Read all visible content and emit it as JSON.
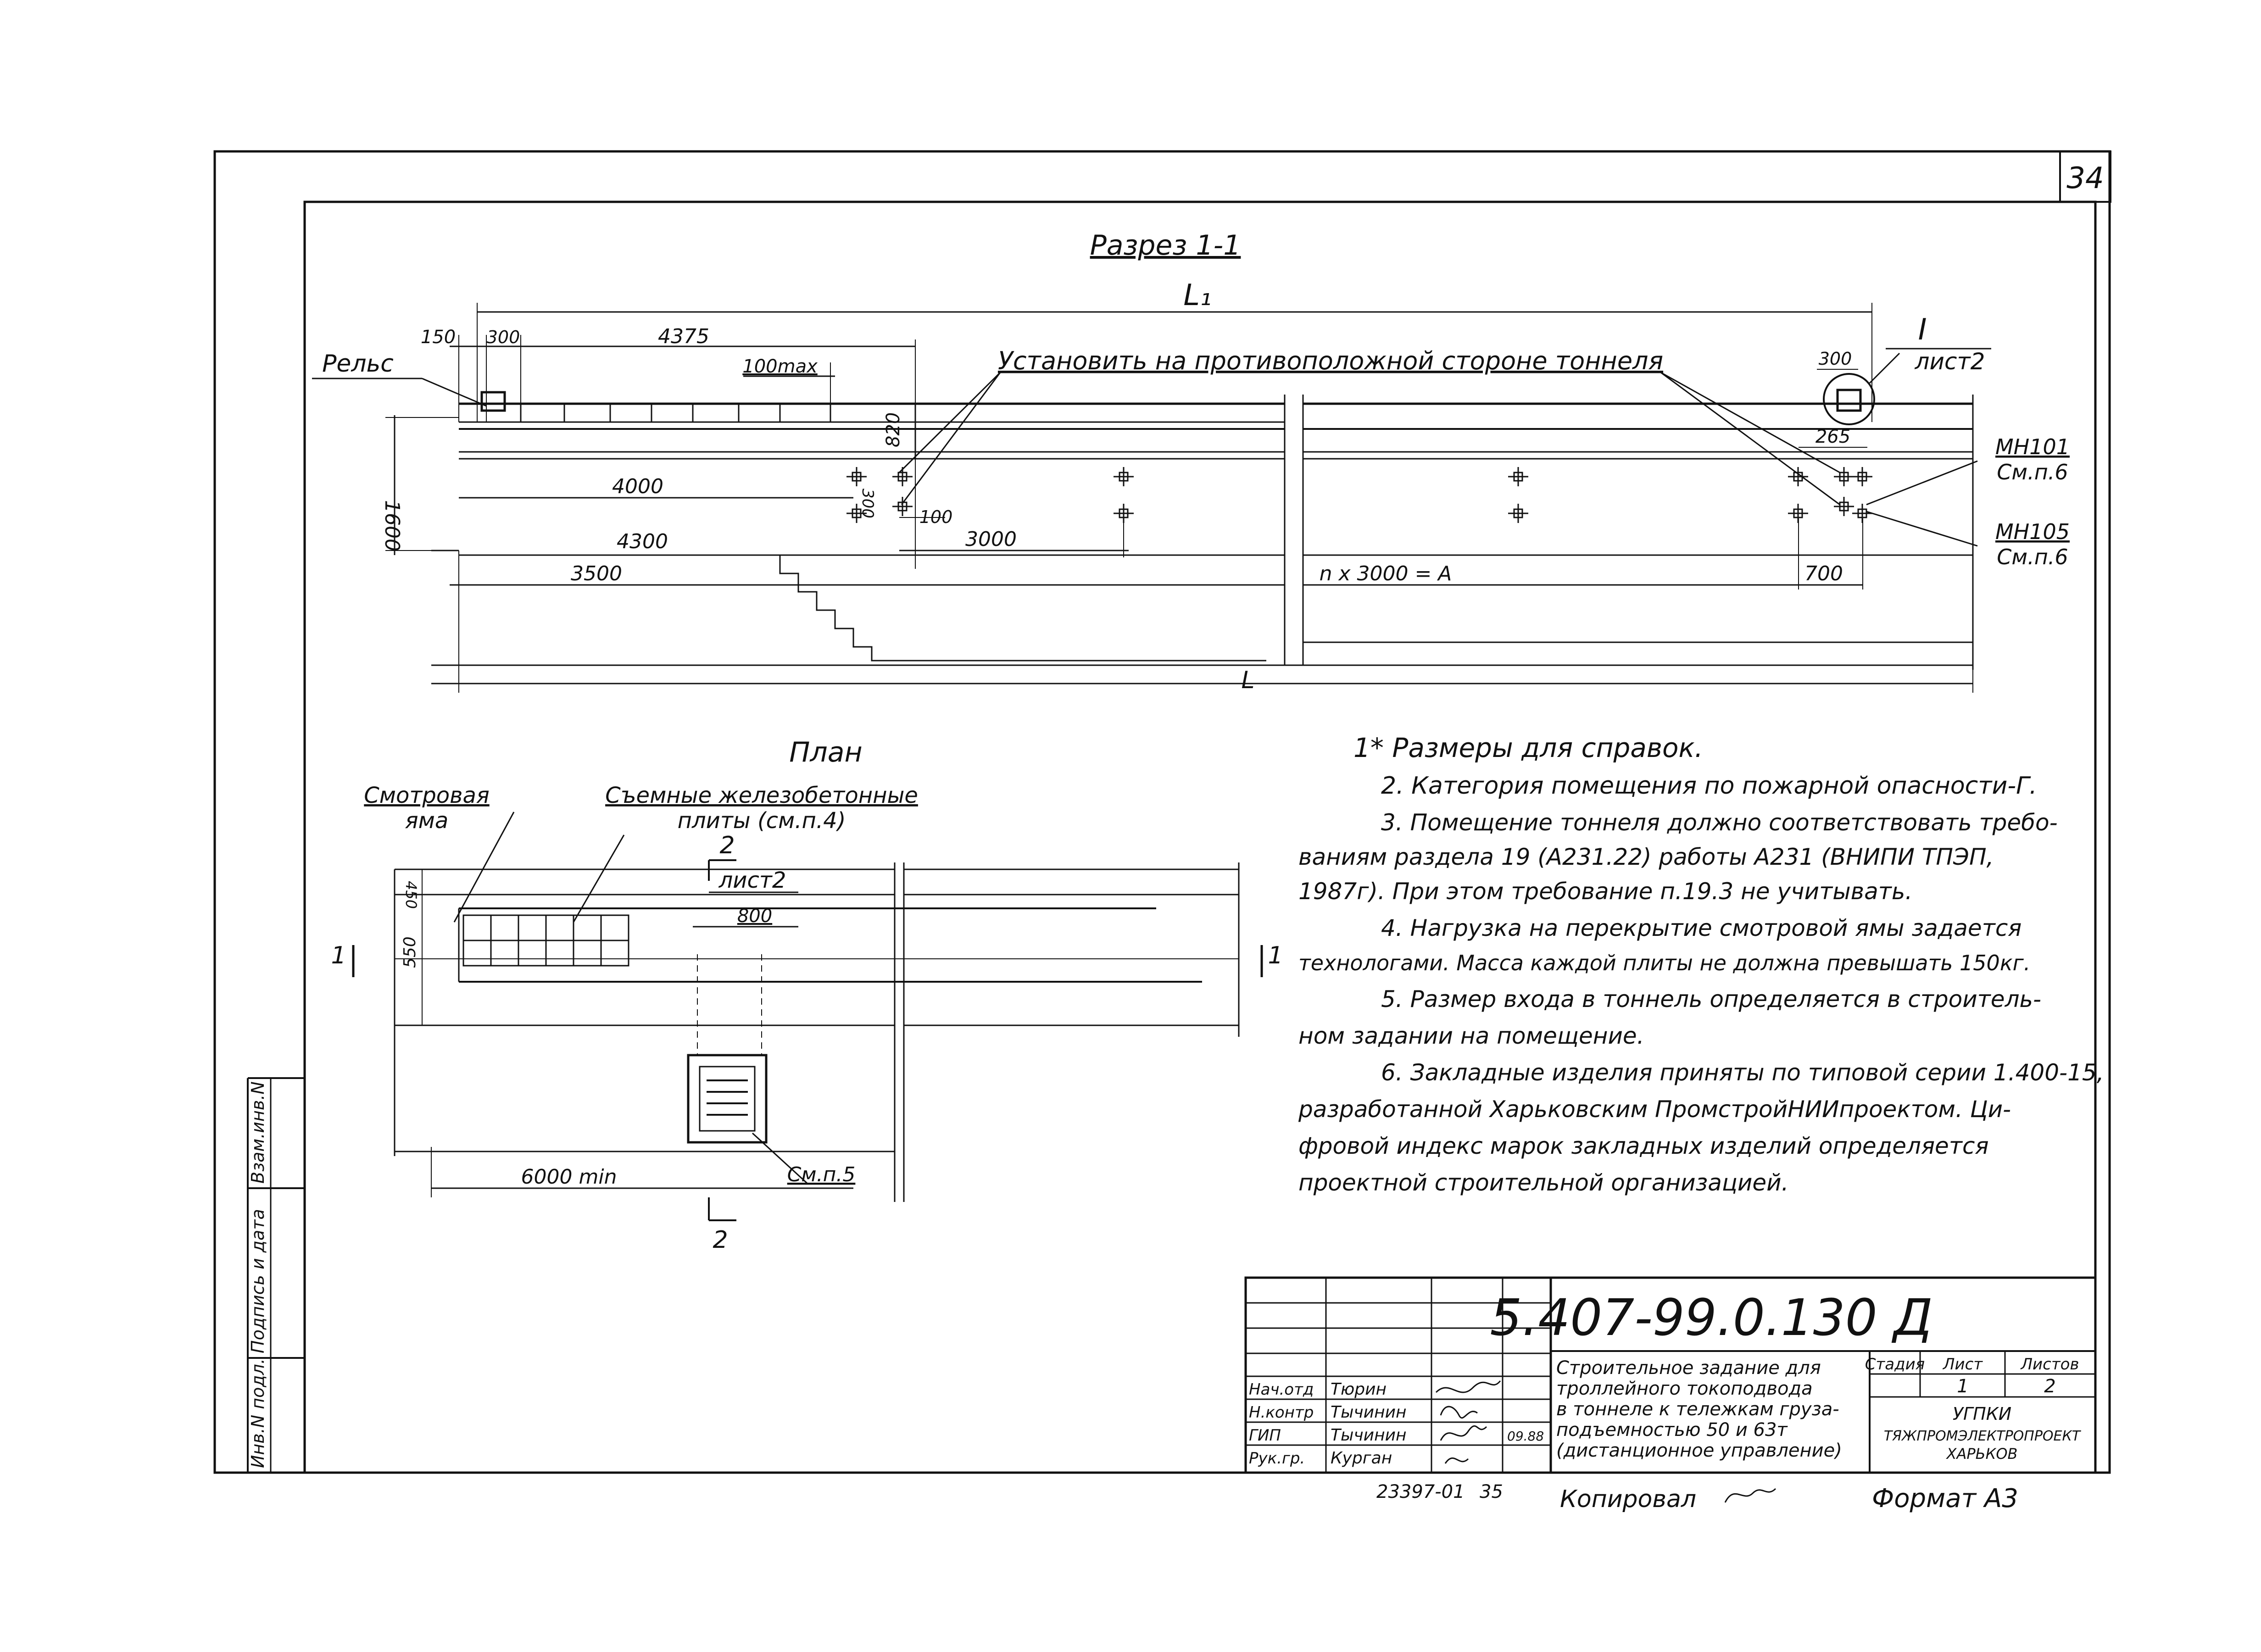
{
  "sheet_number": "34",
  "section": {
    "title": "Разрез 1-1",
    "dim_L1": "L₁",
    "dim_L": "L",
    "rail_label": "Рельс",
    "callout": "Установить на противоположной стороне тоннеля",
    "detail_mark": "I",
    "detail_sheet": "лист2",
    "mark_mn101": "МН101",
    "mark_mn101_ref": "См.п.6",
    "mark_mn105": "МН105",
    "mark_mn105_ref": "См.п.6",
    "dims": {
      "d150": "150",
      "d300a": "300",
      "d4375": "4375",
      "d100max": "100max",
      "d300b": "300",
      "d1600": "1600",
      "d820": "820",
      "d265": "265",
      "d4000": "4000",
      "d300c": "300",
      "d100": "100",
      "d3000": "3000",
      "d4300": "4300",
      "d3500": "3500",
      "nx3000": "n x 3000 = A",
      "d700": "700"
    }
  },
  "plan": {
    "title": "План",
    "pit_label_1": "Смотровая",
    "pit_label_2": "яма",
    "slabs_label_1": "Съемные железобетонные",
    "slabs_label_2": "плиты (см.п.4)",
    "cut2_top": "2",
    "cut2_sheet": "лист2",
    "cut2_bottom": "2",
    "cut1_left": "1",
    "cut1_right": "1",
    "d450": "450",
    "d550": "550",
    "d800": "800",
    "d6000": "6000 min",
    "see_p5": "См.п.5"
  },
  "notes": [
    "1* Размеры для справок.",
    "2. Категория помещения по пожарной опасности-Г.",
    "3. Помещение тоннеля должно соответствовать требо-",
    "ваниям раздела 19 (А231.22) работы А231 (ВНИПИ ТПЭП,",
    "1987г). При этом требование п.19.3 не учитывать.",
    "4. Нагрузка на перекрытие смотровой ямы задается",
    "технологами. Масса каждой плиты не должна превышать 150кг.",
    "5. Размер входа в тоннель определяется в строитель-",
    "ном задании на помещение.",
    "6. Закладные изделия приняты по типовой серии 1.400-15,",
    "разработанной Харьковским ПромстройНИИпроектом. Ци-",
    "фровой индекс марок закладных изделий определяется",
    "проектной строительной организацией."
  ],
  "stamp": {
    "doc_code": "5.407-99.0.130 Д",
    "title_lines": [
      "Строительное задание для",
      "троллейного токоподвода",
      "в тоннеле к тележкам груза-",
      "подъемностью 50 и 63т",
      "(дистанционное управление)"
    ],
    "roles": [
      "Нач.отд",
      "Н.контр",
      "ГИП",
      "Рук.гр."
    ],
    "names": [
      "Тюрин",
      "Тычинин",
      "Тычинин",
      "Курган"
    ],
    "date": "09.88",
    "col_stage": "Стадия",
    "col_sheet": "Лист",
    "col_sheets": "Листов",
    "sheet_value": "1",
    "sheets_value": "2",
    "org_1": "УГПКИ",
    "org_2": "ТЯЖПРОМЭЛЕКТРОПРОЕКТ",
    "org_3": "ХАРЬКОВ"
  },
  "side_stamp": [
    "Инв.N подл.",
    "Подпись и дата",
    "Взам.инв.N"
  ],
  "footer": {
    "number": "23397-01",
    "page": "35",
    "copied": "Копировал",
    "format": "Формат А3"
  }
}
